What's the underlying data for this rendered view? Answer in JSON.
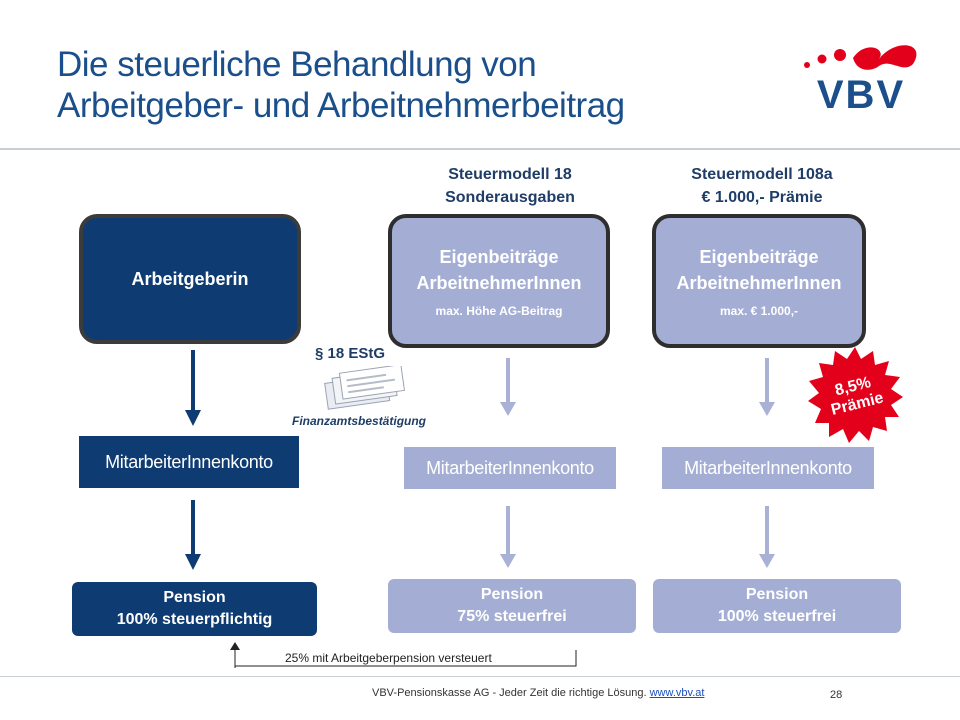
{
  "title": {
    "line1": "Die steuerliche Behandlung von",
    "line2": "Arbeitgeber- und Arbeitnehmerbeitrag"
  },
  "logo": {
    "text": "VBV",
    "primary_color": "#1a4f8b",
    "accent_color": "#e3001b"
  },
  "columns": {
    "col1": {
      "box": "Arbeitgeberin",
      "account": "MitarbeiterInnenkonto",
      "pension_line1": "Pension",
      "pension_line2": "100% steuerpflichtig"
    },
    "col2": {
      "head_line1": "Steuermodell 18",
      "head_line2": "Sonderausgaben",
      "box_line1": "Eigenbeiträge",
      "box_line2": "ArbeitnehmerInnen",
      "box_small": "max. Höhe AG-Beitrag",
      "account": "MitarbeiterInnenkonto",
      "pension_line1": "Pension",
      "pension_line2": "75% steuerfrei"
    },
    "col3": {
      "head_line1": "Steuermodell 108a",
      "head_line2": "€ 1.000,- Prämie",
      "box_line1": "Eigenbeiträge",
      "box_line2": "ArbeitnehmerInnen",
      "box_small": "max. € 1.000,-",
      "account": "MitarbeiterInnenkonto",
      "pension_line1": "Pension",
      "pension_line2": "100% steuerfrei"
    }
  },
  "paragraph_label": "§ 18 EStG",
  "finanzamt_label": "Finanzamtsbestätigung",
  "badge": {
    "line1": "8,5%",
    "line2": "Prämie",
    "color": "#e3001b"
  },
  "bracket_note": "25% mit Arbeitgeberpension versteuert",
  "footer": {
    "text": "VBV-Pensionskasse  AG - Jeder  Zeit die richtige Lösung.",
    "link": "www.vbv.at",
    "page": "28"
  },
  "colors": {
    "dark_blue": "#0d3b72",
    "light_blue": "#a4aed4",
    "arrow_light": "#a9b1d6"
  }
}
